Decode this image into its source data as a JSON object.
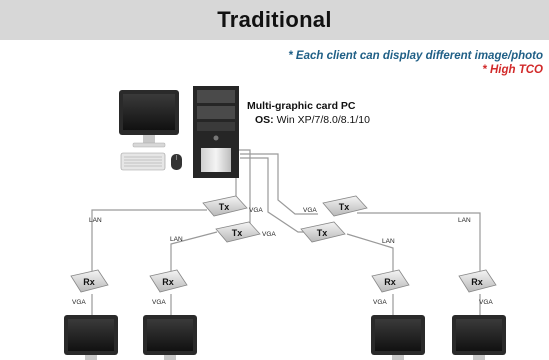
{
  "header": {
    "title": "Traditional"
  },
  "notes": {
    "line1": "* Each client can display different image/photo",
    "line1_color": "#1f5f86",
    "line2": "* High TCO",
    "line2_color": "#d22a2a"
  },
  "pc": {
    "title": "Multi-graphic card PC",
    "os_label": "OS:",
    "os_value": "Win XP/7/8.0/8.1/10"
  },
  "devices": {
    "tx": "Tx",
    "rx": "Rx"
  },
  "cables": {
    "vga": "VGA",
    "lan": "LAN"
  }
}
